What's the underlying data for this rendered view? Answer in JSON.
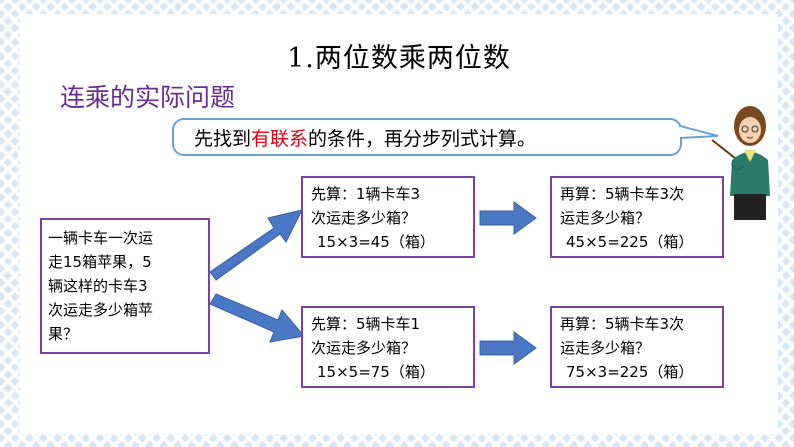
{
  "title": "1.两位数乘两位数",
  "subtitle": "连乘的实际问题",
  "tip": {
    "before": "先找到",
    "highlight": "有联系",
    "after": "的条件，再分步列式计算。"
  },
  "problem": {
    "lines": [
      "一辆卡车一次运",
      "走15箱苹果，5",
      "辆这样的卡车3",
      "次运走多少箱苹",
      "果？"
    ]
  },
  "method1": {
    "step1": {
      "lines": [
        "先算：1辆卡车3",
        "次运走多少箱？",
        "15×3=45（箱）"
      ]
    },
    "step2": {
      "lines": [
        "再算：5辆卡车3次",
        "运走多少箱？",
        "45×5=225（箱）"
      ]
    }
  },
  "method2": {
    "step1": {
      "lines": [
        "先算：5辆卡车1",
        "次运走多少箱？",
        "15×5=75（箱）"
      ]
    },
    "step2": {
      "lines": [
        "再算：5辆卡车3次",
        "运走多少箱？",
        "75×3=225（箱）"
      ]
    }
  },
  "colors": {
    "subtitle": "#6a2c91",
    "highlight": "#e60012",
    "box_border": "#7b3fa6",
    "arrow": "#4a78c4",
    "tip_border": "#6aa0d8"
  },
  "icons": {
    "teacher": "teacher-pointing-icon",
    "arrow": "right-arrow-icon"
  }
}
